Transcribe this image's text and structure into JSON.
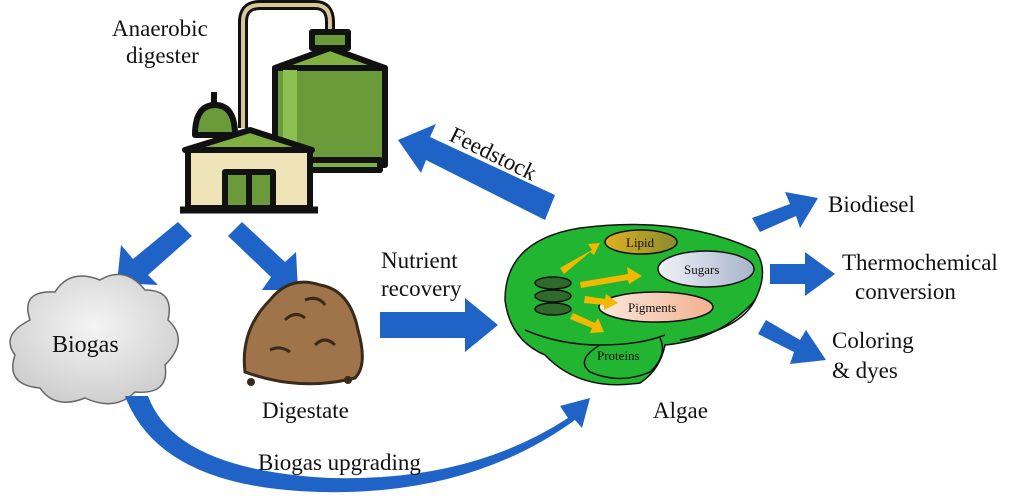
{
  "labels": {
    "digester_line1": "Anaerobic",
    "digester_line2": "digester",
    "feedstock": "Feedstock",
    "biogas": "Biogas",
    "digestate": "Digestate",
    "nutrient_line1": "Nutrient",
    "nutrient_line2": "recovery",
    "algae": "Algae",
    "lipid": "Lipid",
    "sugars": "Sugars",
    "pigments": "Pigments",
    "proteins": "Proteins",
    "biodiesel": "Biodiesel",
    "thermo_line1": "Thermochemical",
    "thermo_line2": "conversion",
    "coloring_line1": "Coloring",
    "coloring_line2": "& dyes",
    "upgrading": "Biogas upgrading"
  },
  "colors": {
    "arrow": "#1f63c6",
    "algae": "#22b531",
    "cloud": "#d9d9d9",
    "digestate": "#a0744a",
    "yellow_arrow": "#f5b800"
  }
}
